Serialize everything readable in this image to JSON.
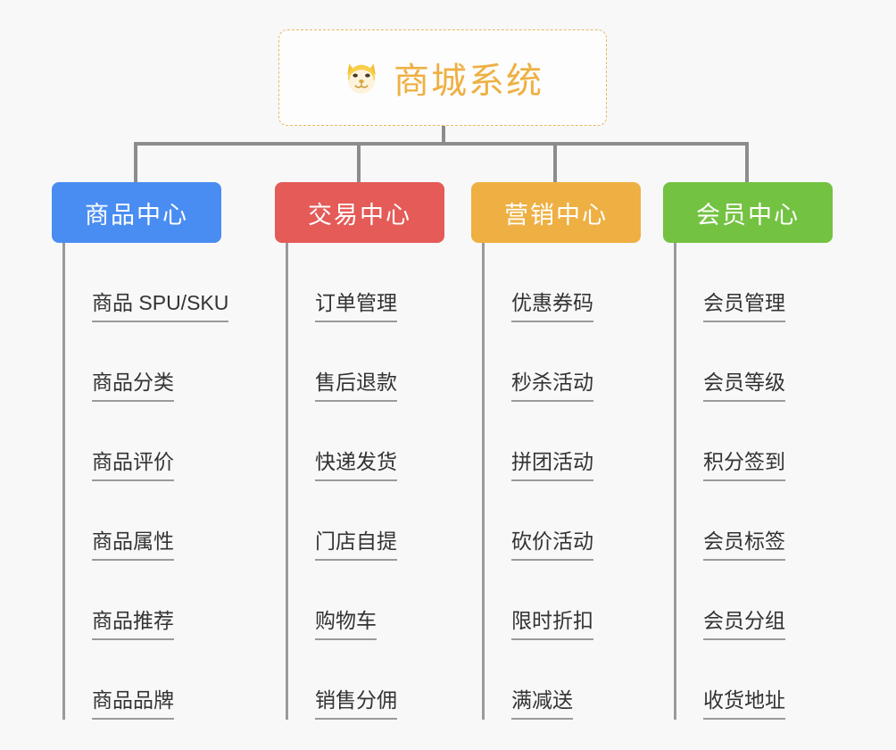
{
  "page": {
    "background_color": "#f8f8f8",
    "title": "商城系统"
  },
  "root": {
    "icon": "shiba-dog-face-emoji",
    "label": "商城系统",
    "border_color": "#e8b860",
    "text_color": "#eeb043"
  },
  "connector": {
    "color": "#8c8c8c"
  },
  "columns": [
    {
      "id": "product-center",
      "header": "商品中心",
      "color": "#4a8df2",
      "items": [
        "商品 SPU/SKU",
        "商品分类",
        "商品评价",
        "商品属性",
        "商品推荐",
        "商品品牌"
      ]
    },
    {
      "id": "trade-center",
      "header": "交易中心",
      "color": "#e45b58",
      "items": [
        "订单管理",
        "售后退款",
        "快递发货",
        "门店自提",
        "购物车",
        "销售分佣"
      ]
    },
    {
      "id": "marketing-center",
      "header": "营销中心",
      "color": "#eeb043",
      "items": [
        "优惠券码",
        "秒杀活动",
        "拼团活动",
        "砍价活动",
        "限时折扣",
        "满减送"
      ]
    },
    {
      "id": "member-center",
      "header": "会员中心",
      "color": "#74c242",
      "items": [
        "会员管理",
        "会员等级",
        "积分签到",
        "会员标签",
        "会员分组",
        "收货地址"
      ]
    }
  ]
}
